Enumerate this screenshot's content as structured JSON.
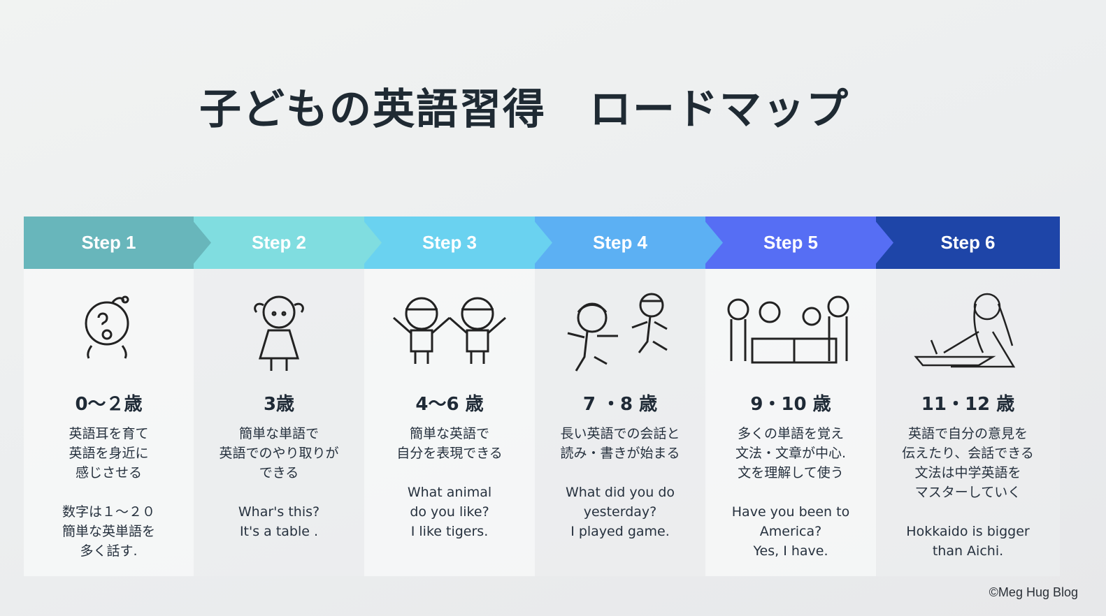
{
  "title": "子どもの英語習得　ロードマップ",
  "credit": "©Meg Hug Blog",
  "steps": [
    {
      "label": "Step 1",
      "color": "#68b6bb",
      "age": "0〜２歳",
      "text": "英語耳を育て\n英語を身近に\n感じさせる\n\n数字は１〜２０\n簡単な英単語を\n多く話す."
    },
    {
      "label": "Step 2",
      "color": "#80dde0",
      "age": "3歳",
      "text": "簡単な単語で\n英語でのやり取りが\nできる\n\nWhar's this?\nIt's a table ."
    },
    {
      "label": "Step 3",
      "color": "#6ad2f0",
      "age": "4〜6 歳",
      "text": "簡単な英語で\n自分を表現できる\n\nWhat animal\ndo you like?\nI like tigers."
    },
    {
      "label": "Step 4",
      "color": "#5cb0f3",
      "age": "7 ・8 歳",
      "text": "長い英語での会話と\n読み・書きが始まる\n\nWhat did you do\nyesterday?\nI played game."
    },
    {
      "label": "Step 5",
      "color": "#566ef4",
      "age": "9・10 歳",
      "text": "多くの単語を覚え\n文法・文章が中心.\n文を理解して使う\n\nHave you been to\nAmerica?\nYes, I have."
    },
    {
      "label": "Step 6",
      "color": "#1e45a8",
      "age": "11・12 歳",
      "text": "英語で自分の意見を\n伝えたり、会話できる\n文法は中学英語を\nマスターしていく\n\nHokkaido is bigger\nthan Aichi."
    }
  ]
}
